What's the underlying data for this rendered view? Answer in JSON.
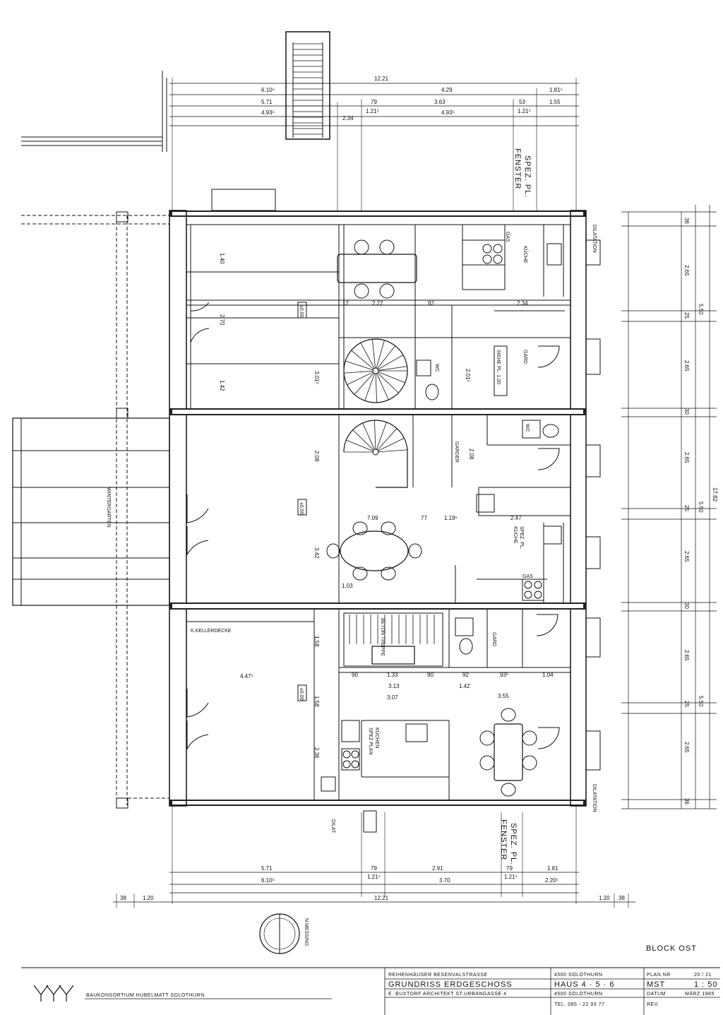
{
  "drawing": {
    "block_label": "BLOCK OST",
    "rooms": {
      "kuche_top": "KÜCHE",
      "garderobe_top": "GARD",
      "wc_top": "WC",
      "wc_mid": "WC",
      "garderobe_mid": "GARDER",
      "kuche_mid": "KÜCHE",
      "kuche_mid_sub": "SPEZ. PL.",
      "wintergarten": "WINTERGARTEN",
      "garderobe_bot": "GARD",
      "kuchen_bot": "KÜCHEN",
      "kuchen_bot_sub": "SPEZ PLAN",
      "kellerdecke": "K.KELLERDECKE",
      "gas_top": "GAS",
      "gas_mid": "GAS",
      "betontreppe": "BETON TREPPE",
      "siehe": "SIEHE PL. 1:20",
      "dilatation": "DILATATION",
      "dilatation_bot": "DILATATION",
      "dilat": "DILAT.",
      "fenster": "FENSTER",
      "fenster_sub": "SPEZ. PL."
    },
    "dims_top": {
      "total": "12.21",
      "d1": "6.10⁵",
      "d2": "4.29",
      "d3": "1.81⁵",
      "d4": "5.71",
      "d5": "79",
      "d6": "3.63",
      "d7": "53",
      "d8": "1.55",
      "d9": "4.93⁵",
      "d10": "1.21⁵",
      "d11": "4.93⁵",
      "d12": "1.21⁵",
      "d13": "2.34"
    },
    "dims_bottom": {
      "d1": "5.71",
      "d2": "79",
      "d3": "2.91",
      "d4": "79",
      "d5": "1.81",
      "d6": "6.10⁵",
      "d7": "1.21⁵",
      "d8": "3.70",
      "d9": "1.21⁵",
      "d10": "2.20⁵",
      "total": "12.21",
      "left_a": "38",
      "left_b": "1.20",
      "right_a": "1.20",
      "right_b": "38"
    },
    "dims_right": {
      "a1": "36",
      "a2": "2.65",
      "a3": "25",
      "a4": "2.65",
      "a5": "30",
      "a6": "2.65",
      "a7": "25",
      "a8": "2.65",
      "a9": "30",
      "a10": "2.65",
      "a11": "25",
      "a12": "2.65",
      "a13": "36",
      "b1": "5.50",
      "b2": "5.50",
      "b3": "5.50",
      "total": "17.82"
    },
    "dims_interior": {
      "i1": "2.22",
      "i2": "92",
      "i3": "2.34",
      "i4": "12",
      "i5": "7.09",
      "i6": "77",
      "i7": "1.19⁵",
      "i8": "2.47",
      "i9": "90",
      "i10": "1.33",
      "i11": "90",
      "i12": "92",
      "i13": "93⁵",
      "i14": "1.04",
      "i15": "3.13",
      "i16": "1.42",
      "i17": "3.07",
      "i18": "3.55",
      "i19": "4.47⁵",
      "i20": "2.08",
      "i21": "2.08",
      "i22": "3.42",
      "i23": "2.36",
      "i24": "1.58",
      "i25": "1.58",
      "i26": "2.01⁵",
      "i27": "2.70",
      "i28": "1.40",
      "i29": "1.42",
      "i30": "3.01⁵",
      "i31": "1.03"
    },
    "levels": {
      "l1": "±0.00",
      "l2": "±0.00",
      "l3": "±0.00"
    }
  },
  "title_block": {
    "consortium": "BAUKONSORTIUM HUBELMATT SOLOTHURN",
    "project": "REIHENHÄUSER BESENVALSTRASSE",
    "project_city": "4500 SOLOTHURN",
    "plan_nr_label": "PLAN NR",
    "plan_nr": "20 / 21",
    "title": "GRUNDRISS ERDGESCHOSS",
    "haus": "HAUS 4 · 5 · 6",
    "mst_label": "MST",
    "mst": "1 : 50",
    "architect": "E. BUXTORF ARCHITEKT ST.URBANGASSE 4",
    "arch_city": "4500 SOLOTHURN",
    "arch_tel": "TEL. 065 - 22 93 77",
    "datum_label": "DATUM",
    "datum": "MÄRZ 1985",
    "rev_label": "REV."
  },
  "north": {
    "label": "N.MESSING"
  }
}
